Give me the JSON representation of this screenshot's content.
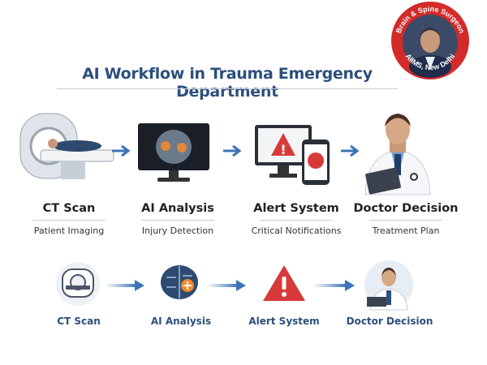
{
  "title": "AI Workflow in Trauma Emergency Department",
  "badge": {
    "top_text": "Brain & Spine Surgeon",
    "bottom_text": "AIIMS, New Delhi",
    "ring_color": "#d32a2a"
  },
  "steps": [
    {
      "label": "CT Scan",
      "sub": "Patient Imaging",
      "icon": "ct-scanner-icon"
    },
    {
      "label": "AI Analysis",
      "sub": "Injury Detection",
      "icon": "brain-scan-monitor-icon"
    },
    {
      "label": "Alert System",
      "sub": "Critical Notifications",
      "icon": "alert-monitor-phone-icon"
    },
    {
      "label": "Doctor Decision",
      "sub": "Treatment Plan",
      "icon": "doctor-icon"
    }
  ],
  "bottom_steps": [
    {
      "label": "CT Scan"
    },
    {
      "label": "AI Analysis"
    },
    {
      "label": "Alert System"
    },
    {
      "label": "Doctor Decision"
    }
  ],
  "colors": {
    "accent": "#2c4f7c",
    "arrow": "#3d74b8",
    "alert": "#d83a3a"
  }
}
